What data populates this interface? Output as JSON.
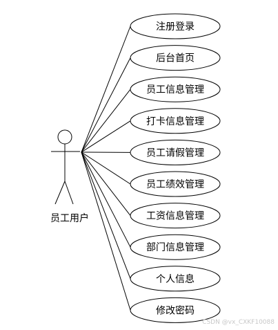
{
  "actor": {
    "label": "员工用户"
  },
  "use_cases": [
    {
      "label": "注册登录"
    },
    {
      "label": "后台首页"
    },
    {
      "label": "员工信息管理"
    },
    {
      "label": "打卡信息管理"
    },
    {
      "label": "员工请假管理"
    },
    {
      "label": "员工绩效管理"
    },
    {
      "label": "工资信息管理"
    },
    {
      "label": "部门信息管理"
    },
    {
      "label": "个人信息"
    },
    {
      "label": "修改密码"
    }
  ],
  "watermark": {
    "text": "CSDN @vx_CXKF10088"
  }
}
